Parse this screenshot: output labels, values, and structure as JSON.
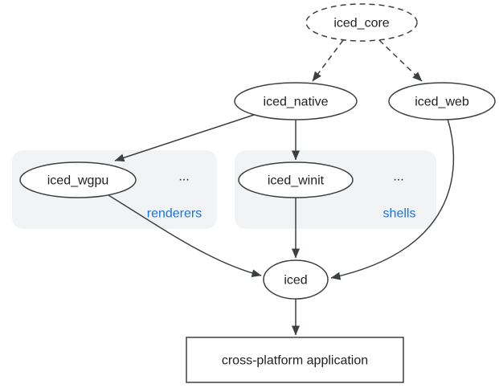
{
  "diagram": {
    "background": "#ffffff",
    "colors": {
      "shape_stroke": "#3c4043",
      "text": "#202124",
      "group_fill": "#f1f3f4",
      "group_label_blue": "#1a73e8",
      "node_fill": "#ffffff"
    },
    "nodes": {
      "iced_core": "iced_core",
      "iced_native": "iced_native",
      "iced_web": "iced_web",
      "iced_wgpu": "iced_wgpu",
      "iced_winit": "iced_winit",
      "iced": "iced",
      "application": "cross-platform application"
    },
    "groups": {
      "renderers": {
        "label": "renderers",
        "ellipsis": "..."
      },
      "shells": {
        "label": "shells",
        "ellipsis": "..."
      }
    },
    "edges": [
      {
        "from": "iced_core",
        "to": "iced_native",
        "style": "dashed"
      },
      {
        "from": "iced_core",
        "to": "iced_web",
        "style": "dashed"
      },
      {
        "from": "iced_native",
        "to": "iced_wgpu",
        "style": "solid"
      },
      {
        "from": "iced_native",
        "to": "iced_winit",
        "style": "solid"
      },
      {
        "from": "iced_wgpu",
        "to": "iced",
        "style": "solid"
      },
      {
        "from": "iced_winit",
        "to": "iced",
        "style": "solid"
      },
      {
        "from": "iced_web",
        "to": "iced",
        "style": "solid"
      },
      {
        "from": "iced",
        "to": "application",
        "style": "solid"
      }
    ]
  }
}
